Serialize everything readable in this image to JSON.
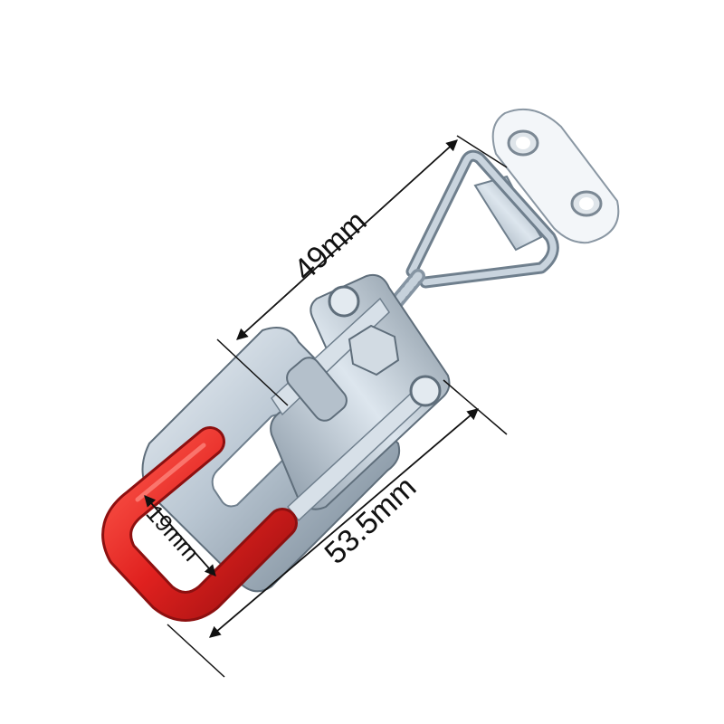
{
  "dimensions": {
    "length_top": "49mm",
    "length_bottom": "53.5mm",
    "hook_width": "19mm"
  },
  "colors": {
    "metal": "#b9c6d2",
    "metal_dark": "#6f7f8d",
    "rubber_red": "#e0211f",
    "dimension_line": "#111111",
    "background": "#ffffff"
  }
}
